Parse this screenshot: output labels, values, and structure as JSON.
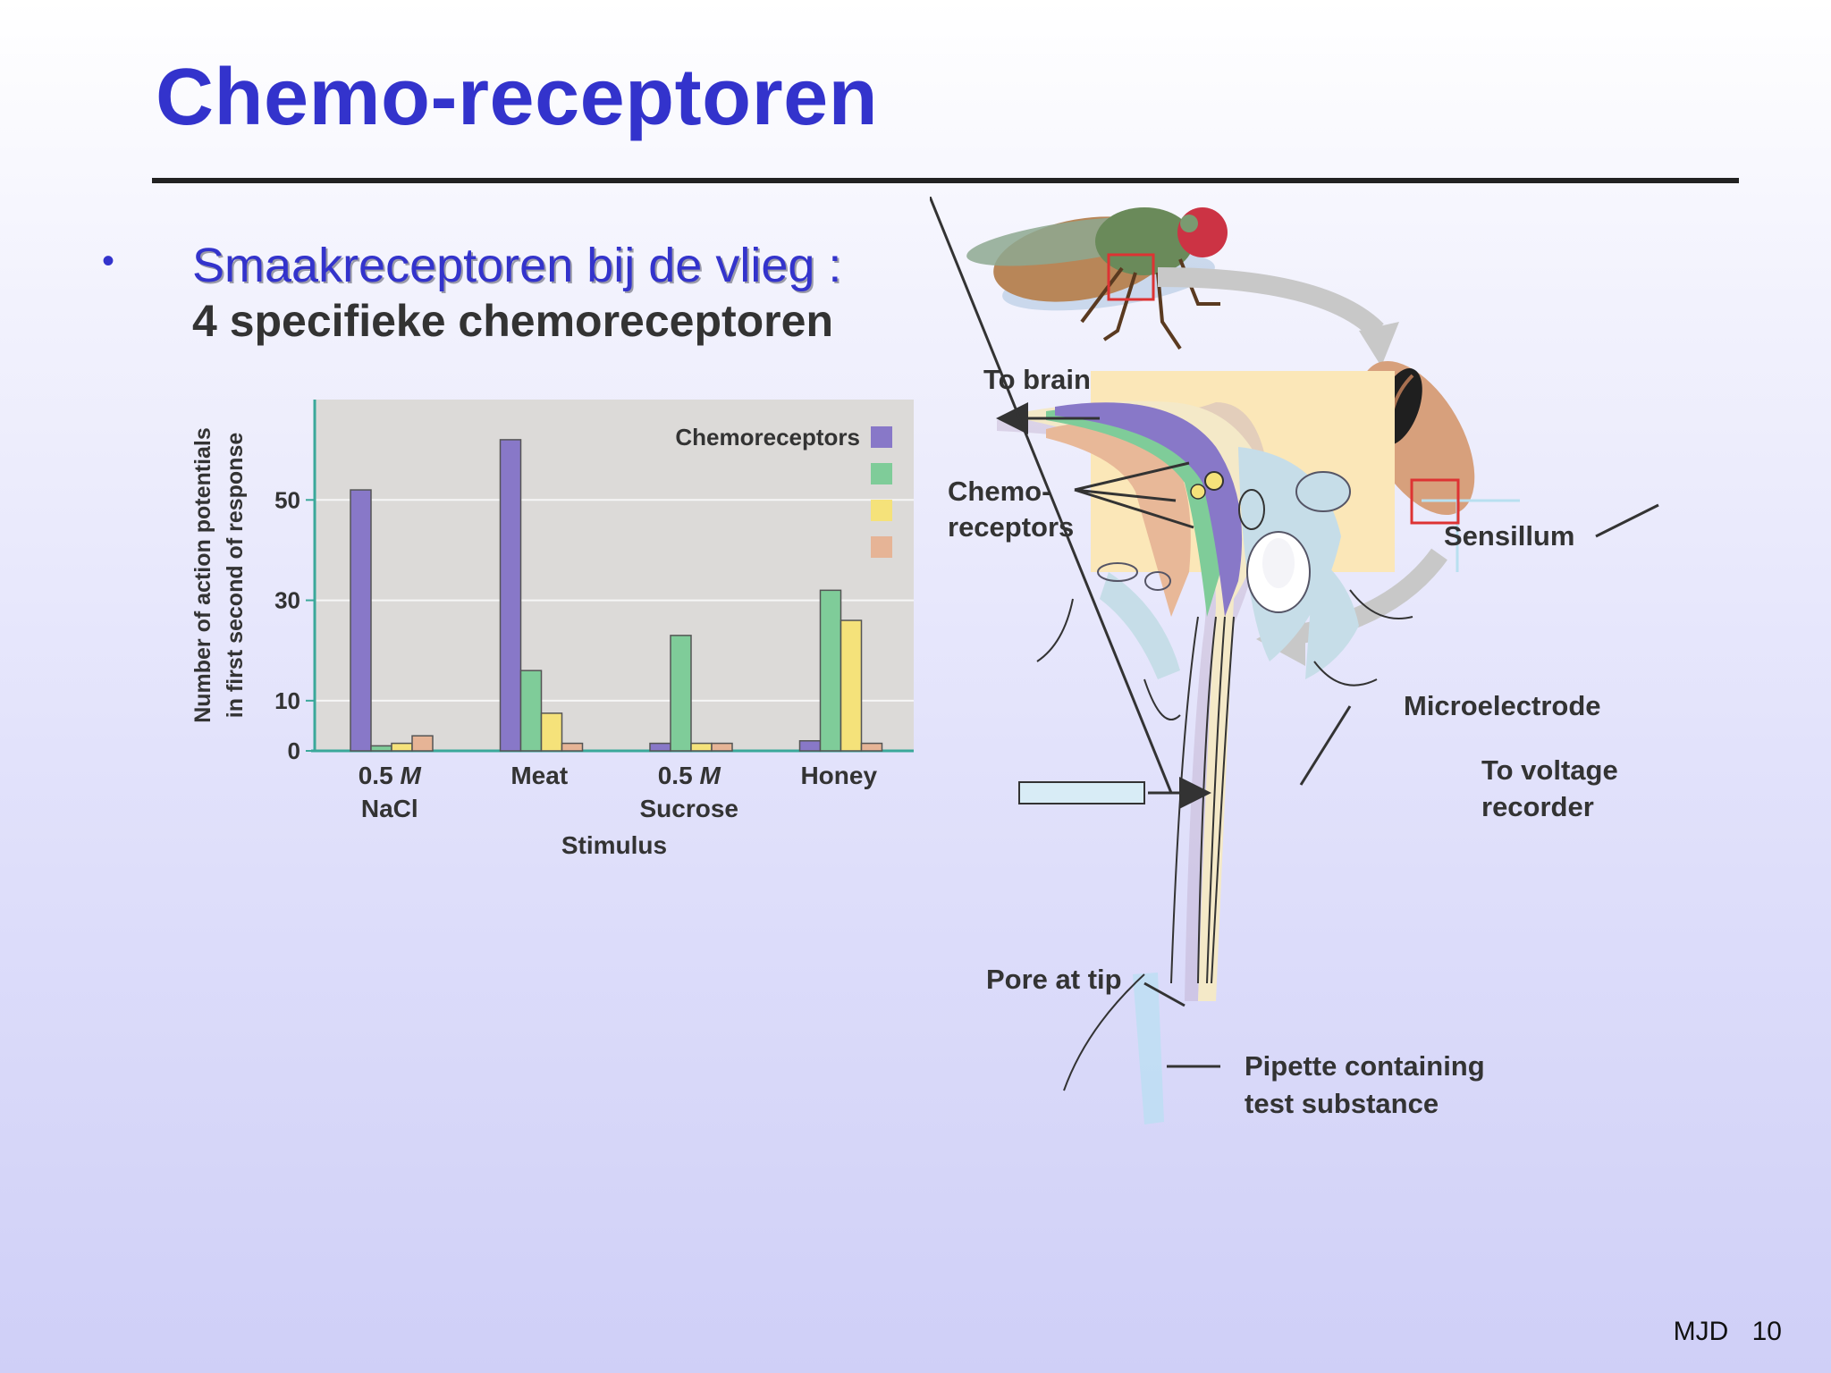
{
  "slide": {
    "title": "Chemo-receptoren",
    "bullet": {
      "marker": "•",
      "line1": "Smaakreceptoren bij de vlieg :",
      "line2": "4 specifieke chemoreceptoren"
    },
    "footer": {
      "author": "MJD",
      "page": "10"
    }
  },
  "chart_data": {
    "type": "bar",
    "xlabel": "Stimulus",
    "ylabel": [
      "Number of action potentials",
      "in first second of response"
    ],
    "yticks": [
      0,
      10,
      30,
      50
    ],
    "ylim": [
      0,
      70
    ],
    "grid": true,
    "legend": {
      "title": "Chemoreceptors",
      "placement": "top-right"
    },
    "categories": [
      {
        "parts": [
          "0.5 ",
          "M"
        ],
        "line2": "NaCl"
      },
      {
        "parts": [
          "Meat",
          ""
        ],
        "line2": ""
      },
      {
        "parts": [
          "0.5 ",
          "M"
        ],
        "line2": "Sucrose"
      },
      {
        "parts": [
          "Honey",
          ""
        ],
        "line2": ""
      }
    ],
    "series": [
      {
        "color": "#8878c8",
        "values": [
          52,
          62,
          1.5,
          2
        ]
      },
      {
        "color": "#7fcc99",
        "values": [
          1,
          16,
          23,
          32
        ]
      },
      {
        "color": "#f5e27a",
        "values": [
          1.5,
          7.5,
          1.5,
          26
        ]
      },
      {
        "color": "#e6b496",
        "values": [
          3,
          1.5,
          1.5,
          1.5
        ]
      }
    ]
  },
  "diagram": {
    "labels": {
      "to_brain": "To brain",
      "chemo_receptors_1": "Chemo-",
      "chemo_receptors_2": "receptors",
      "sensillum": "Sensillum",
      "microelectrode": "Microelectrode",
      "to_voltage_1": "To voltage",
      "to_voltage_2": "recorder",
      "pore_at_tip": "Pore at tip",
      "pipette_1": "Pipette containing",
      "pipette_2": "test substance"
    }
  }
}
